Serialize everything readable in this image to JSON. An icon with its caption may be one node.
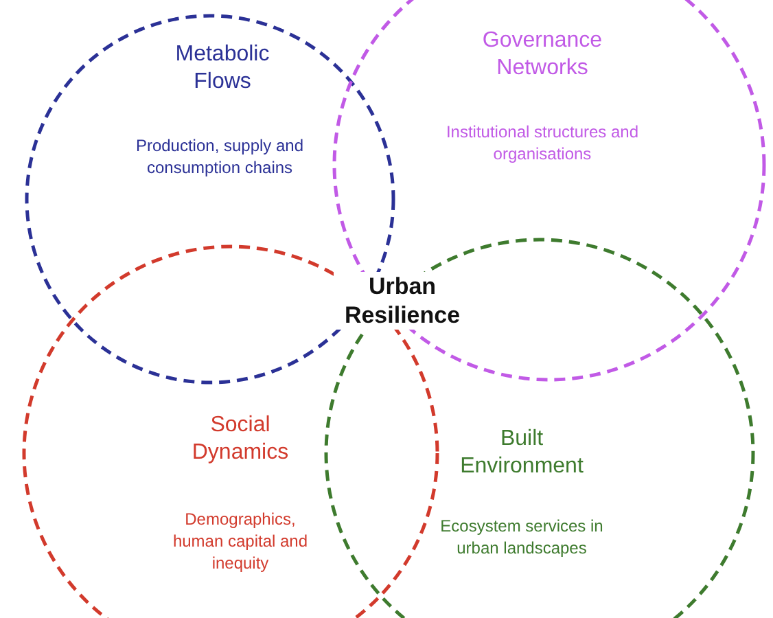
{
  "diagram": {
    "nodes": [
      {
        "text": [
          "Metabolic Flows",
          "Production, supply and consumption chains"
        ]
      },
      {
        "text": [
          "Governance Networks",
          "Institutional structures and organisations"
        ]
      },
      {
        "text": [
          "Social Dynamics",
          "Demographics, human capital and inequity"
        ]
      },
      {
        "text": [
          "Built Environment",
          "Ecosystem services in urban landscapes"
        ]
      }
    ],
    "edges": [],
    "labels": [
      "Urban Resilience"
    ]
  }
}
